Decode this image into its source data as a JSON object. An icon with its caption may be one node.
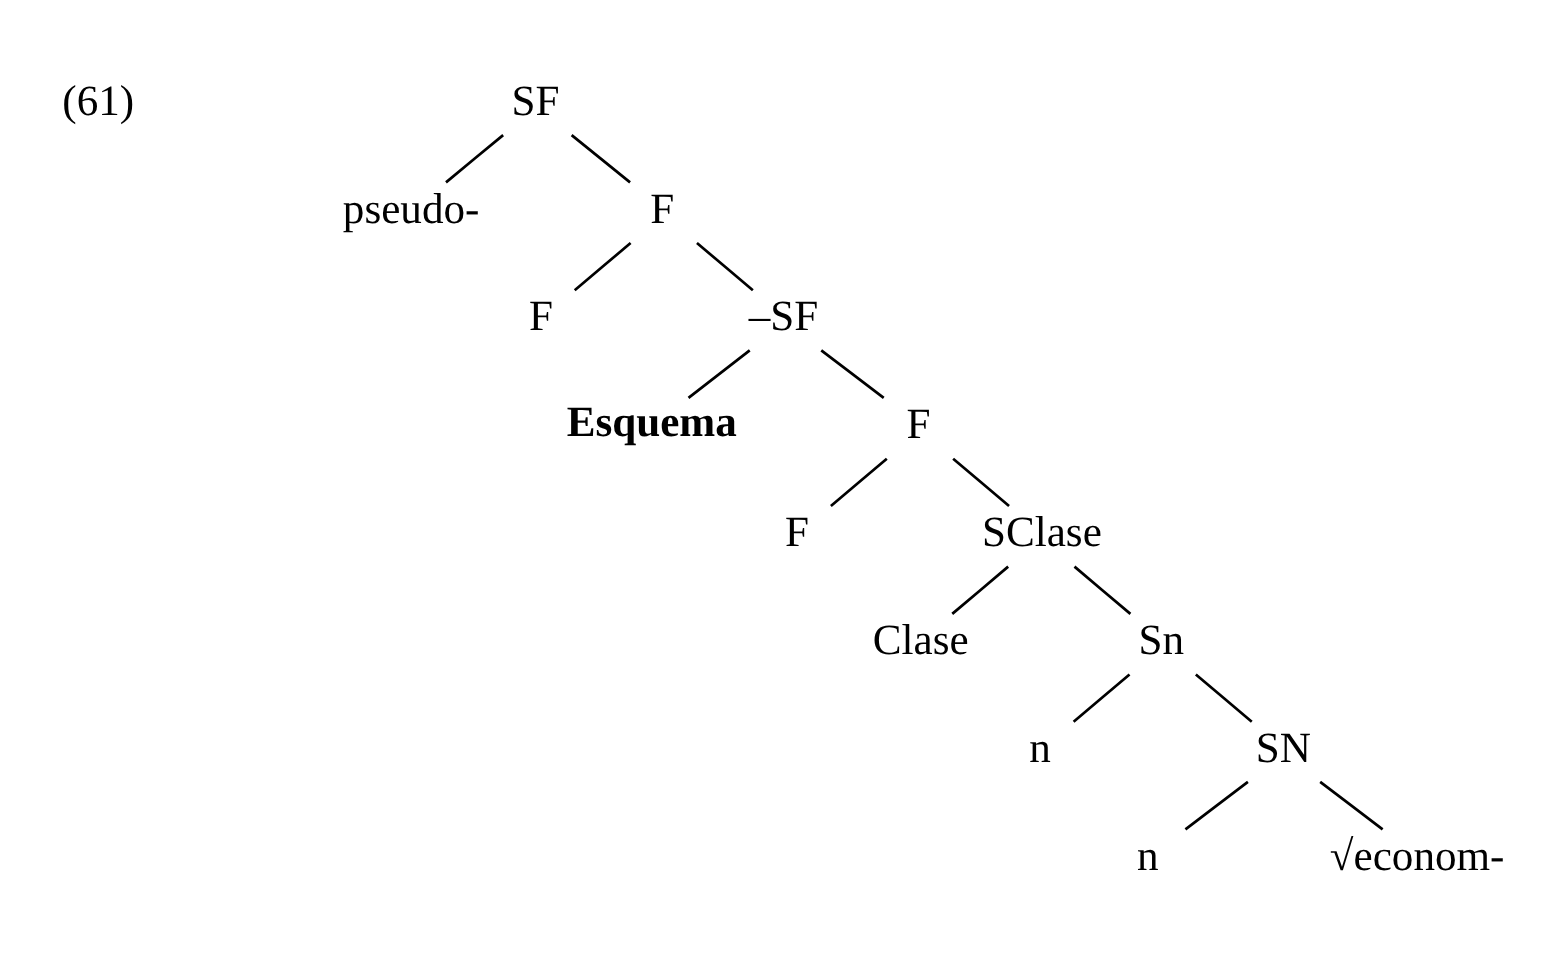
{
  "diagram": {
    "nodes": [
      {
        "text": [
          "SF"
        ]
      },
      {
        "text": [
          "pseudo-"
        ]
      },
      {
        "text": [
          "F"
        ]
      },
      {
        "text": [
          "F"
        ]
      },
      {
        "text": [
          "–SF"
        ]
      },
      {
        "text": [
          "Esquema"
        ]
      },
      {
        "text": [
          "F"
        ]
      },
      {
        "text": [
          "F"
        ]
      },
      {
        "text": [
          "SClase"
        ]
      },
      {
        "text": [
          "Clase"
        ]
      },
      {
        "text": [
          "Sn"
        ]
      },
      {
        "text": [
          "n"
        ]
      },
      {
        "text": [
          "SN"
        ]
      },
      {
        "text": [
          "n"
        ]
      },
      {
        "text": [
          "√econom-"
        ]
      }
    ],
    "edges": [
      {
        "from": 0,
        "to": 1,
        "arrow": "none"
      },
      {
        "from": 0,
        "to": 2,
        "arrow": "none"
      },
      {
        "from": 2,
        "to": 3,
        "arrow": "none"
      },
      {
        "from": 2,
        "to": 4,
        "arrow": "none"
      },
      {
        "from": 4,
        "to": 5,
        "arrow": "none"
      },
      {
        "from": 4,
        "to": 6,
        "arrow": "none"
      },
      {
        "from": 6,
        "to": 7,
        "arrow": "none"
      },
      {
        "from": 6,
        "to": 8,
        "arrow": "none"
      },
      {
        "from": 8,
        "to": 9,
        "arrow": "none"
      },
      {
        "from": 8,
        "to": 10,
        "arrow": "none"
      },
      {
        "from": 10,
        "to": 11,
        "arrow": "none"
      },
      {
        "from": 10,
        "to": 12,
        "arrow": "none"
      },
      {
        "from": 12,
        "to": 13,
        "arrow": "none"
      },
      {
        "from": 12,
        "to": 14,
        "arrow": "none"
      }
    ],
    "labels": [
      "(61)"
    ]
  }
}
